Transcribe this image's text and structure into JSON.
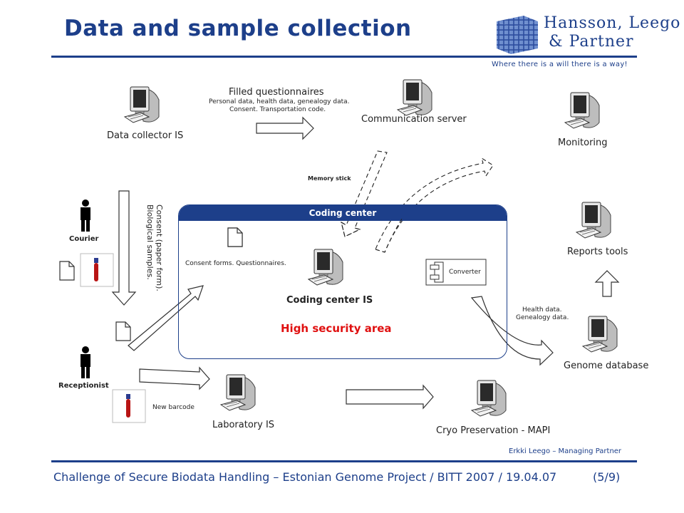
{
  "header": {
    "title": "Data and sample collection",
    "logo_line1": "Hansson, Leego",
    "logo_line2": "& Partner",
    "tagline": "Where there is a will there is a way!"
  },
  "diagram": {
    "nodes": {
      "data_collector": "Data collector IS",
      "communication_server": "Communication server",
      "monitoring": "Monitoring",
      "reports_tools": "Reports tools",
      "genome_database": "Genome database",
      "cryo_preservation": "Cryo Preservation - MAPI",
      "laboratory": "Laboratory IS",
      "coding_center_is": "Coding center IS",
      "converter": "Converter"
    },
    "actors": {
      "courier": "Courier",
      "receptionist": "Receptionist"
    },
    "coding_center": {
      "title": "Coding center",
      "high_security": "High security area",
      "consent_forms": "Consent forms. Questionnaires."
    },
    "labels": {
      "filled_questionnaires": "Filled questionnaires",
      "questionnaire_details_1": "Personal data, health data, genealogy data.",
      "questionnaire_details_2": "Consent. Transportation code.",
      "memory_stick": "Memory stick",
      "consent_paper_1": "Consent (paper form).",
      "consent_paper_2": "Biological samples.",
      "health_data_1": "Health data.",
      "health_data_2": "Genealogy data.",
      "new_barcode": "New barcode"
    },
    "colors": {
      "brand": "#1d3f8a",
      "alert": "#e01010"
    }
  },
  "footer": {
    "presenter": "Erkki Leego – Managing Partner",
    "text": "Challenge of Secure Biodata Handling – Estonian Genome Project / BITT 2007 / 19.04.07",
    "page": "(5/9)"
  }
}
